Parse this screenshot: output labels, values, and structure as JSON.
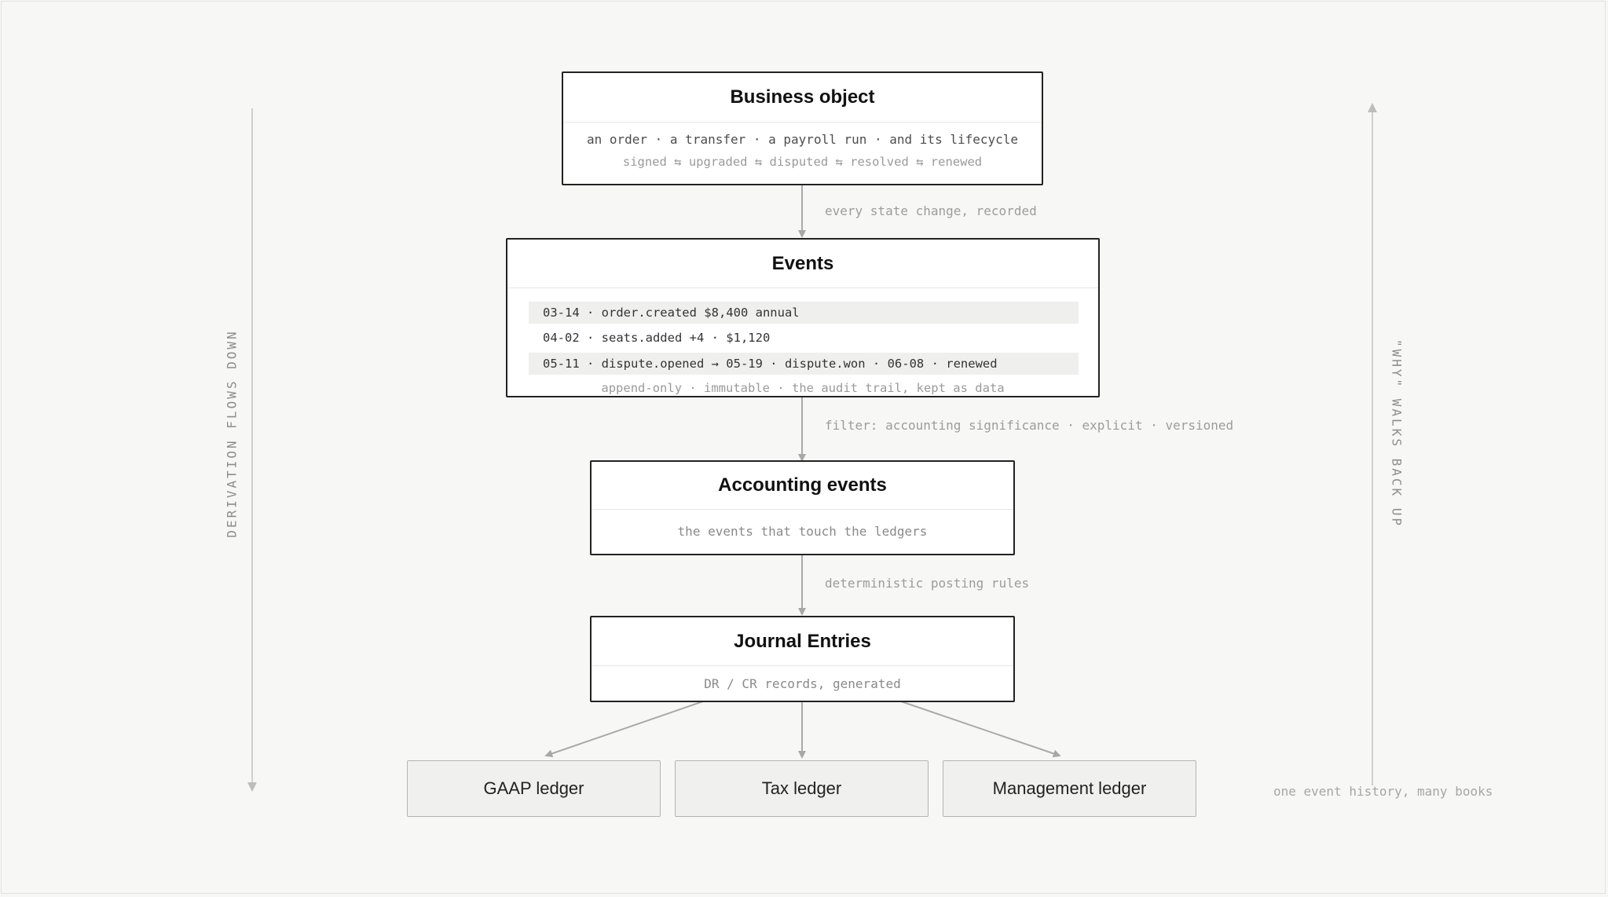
{
  "business_object": {
    "title": "Business object",
    "line1": "an order · a transfer · a payroll run · and its lifecycle",
    "line2": "signed ⇆ upgraded ⇆ disputed ⇆ resolved ⇆ renewed"
  },
  "connector_labels": {
    "to_events": "every state change, recorded",
    "to_accounting": "filter: accounting significance · explicit · versioned",
    "to_journal": "deterministic posting rules"
  },
  "events": {
    "title": "Events",
    "rows": [
      "03-14 · order.created   $8,400 annual",
      "04-02 · seats.added   +4 · $1,120",
      "05-11 · dispute.opened  → 05-19 · dispute.won · 06-08 · renewed"
    ],
    "footer": "append-only · immutable · the audit trail, kept as data"
  },
  "accounting_events": {
    "title": "Accounting events",
    "line1": "the events that touch the ledgers"
  },
  "journal_entries": {
    "title": "Journal Entries",
    "line1": "DR / CR records, generated"
  },
  "ledgers": [
    "GAAP ledger",
    "Tax ledger",
    "Management ledger"
  ],
  "side": {
    "left": "DERIVATION FLOWS DOWN",
    "right": "\"WHY\" WALKS BACK UP",
    "right_caption": "one event history, many books"
  },
  "colors": {
    "background": "#f7f7f5",
    "box_border": "#222222",
    "connector": "#aaaaaa",
    "ledger_fill": "#f0f0ee"
  }
}
